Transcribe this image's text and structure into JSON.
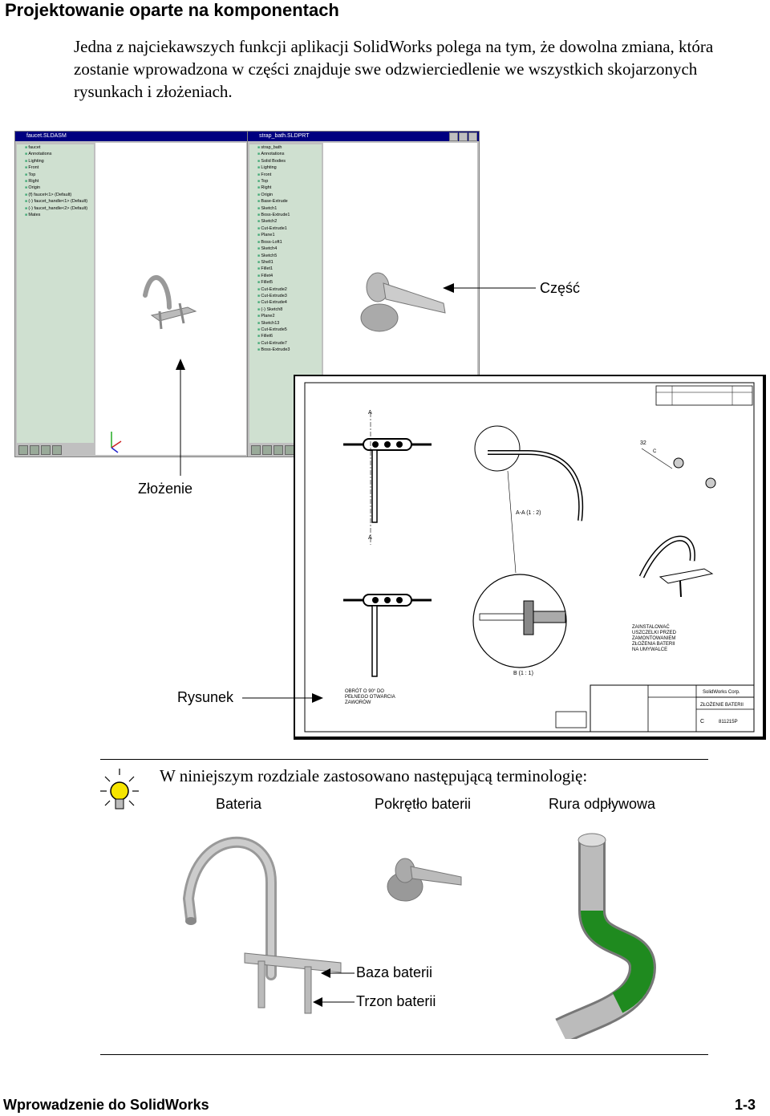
{
  "page": {
    "title": "Projektowanie oparte na komponentach",
    "intro": "Jedna z najciekawszych funkcji aplikacji SolidWorks polega na tym, że dowolna zmiana, która zostanie wprowadzona w części znajduje swe odzwierciedlenie we wszystkich skojarzonych rysunkach i złożeniach."
  },
  "screenshot": {
    "assembly_window_title": "faucet.SLDASM",
    "part_window_title": "strap_bath.SLDPRT",
    "assembly_tree": [
      "faucet",
      "Annotations",
      "Lighting",
      "Front",
      "Top",
      "Right",
      "Origin",
      "(f) faucet<1> (Default)",
      "(-) faucet_handle<1> (Default)",
      "(-) faucet_handle<2> (Default)",
      "Mates"
    ],
    "part_tree": [
      "strap_bath",
      "Annotations",
      "Solid Bodies",
      "Lighting",
      "Front",
      "Top",
      "Right",
      "Origin",
      "Base-Extrude",
      "Sketch1",
      "Boss-Extrude1",
      "Sketch2",
      "Cut-Extrude1",
      "Plane1",
      "Boss-Loft1",
      "Sketch4",
      "Sketch5",
      "Shell1",
      "Fillet1",
      "Fillet4",
      "Fillet5",
      "Cut-Extrude2",
      "Cut-Extrude3",
      "Cut-Extrude4",
      "(-) Sketch8",
      "Plane2",
      "Sketch13",
      "Cut-Extrude5",
      "Fillet6",
      "Cut-Extrude7",
      "Boss-Extrude3"
    ]
  },
  "callouts": {
    "part": "Część",
    "assembly": "Złożenie",
    "drawing": "Rysunek"
  },
  "drawing": {
    "section_a_label": "A-A (1 : 2)",
    "detail_b_label": "B (1 : 1)",
    "angle_note": "32",
    "angle_letter": "C",
    "view_letter_a": "A",
    "note_install": "ZAINSTALOWAĆ USZCZELKI PRZED ZAMONTOWANIEM ZŁOŻENIA BATERII NA UMYWALCE",
    "note_turn": "OBRÓT O 90° DO PEŁNEGO OTWARCIA ZAWORÓW",
    "titleblock_company": "SolidWorks Corp.",
    "titleblock_name": "ZŁOŻENIE BATERII",
    "titleblock_size": "C",
    "titleblock_number": "811215P"
  },
  "tip": {
    "text": "W niniejszym rozdziale zastosowano następującą terminologię:",
    "terms": [
      "Bateria",
      "Pokrętło baterii",
      "Rura odpływowa"
    ],
    "base_label": "Baza baterii",
    "stem_label": "Trzon baterii"
  },
  "footer": {
    "left": "Wprowadzenie do SolidWorks",
    "right": "1-3"
  },
  "colors": {
    "tree_bg": "#cfe0d0",
    "title_bar": "#000080",
    "pipe_green": "#1f8a1f",
    "metal": "#a8a8a8"
  }
}
